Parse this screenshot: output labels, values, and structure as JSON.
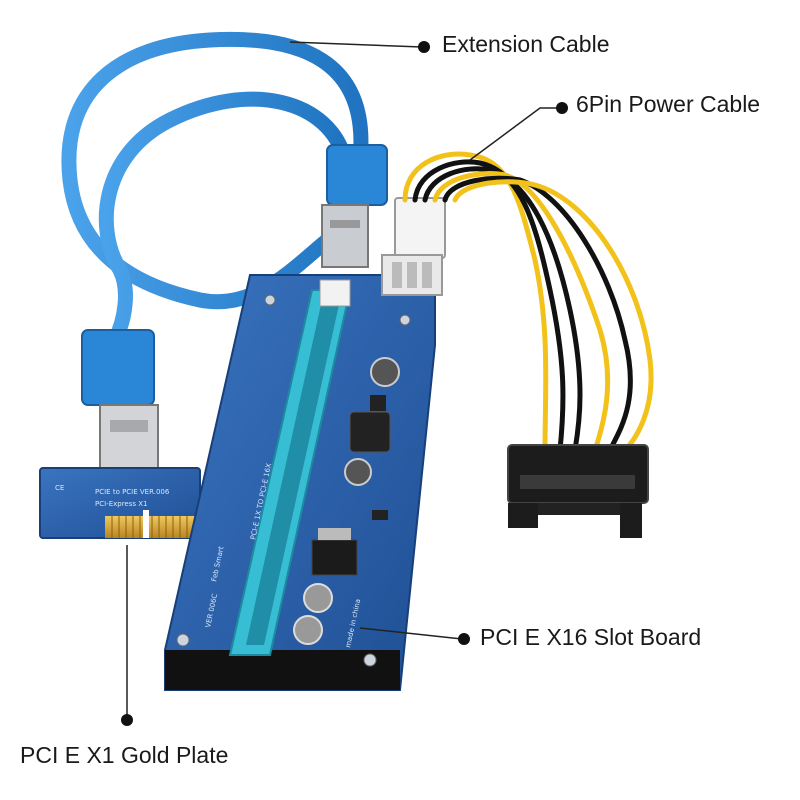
{
  "callouts": {
    "extension_cable": "Extension Cable",
    "power_cable": "6Pin Power Cable",
    "slot_board": "PCI E X16 Slot Board",
    "gold_plate": "PCI E X1 Gold Plate"
  },
  "board_print": {
    "brand": "Feb Smart",
    "model_line": "PCI-E 1X TO PCI-E 16X",
    "version": "VER 006C",
    "made_in": "made in china",
    "adapter_line1": "PCIE to PCIE VER.006",
    "adapter_line2": "PCI-Express X1"
  },
  "colors": {
    "pcb_blue": "#2a5fa8",
    "cable_blue": "#2a86d6",
    "slot_teal": "#3ac1d6",
    "gold": "#d8a530",
    "wire_yellow": "#f2c21a",
    "wire_black": "#111111"
  }
}
